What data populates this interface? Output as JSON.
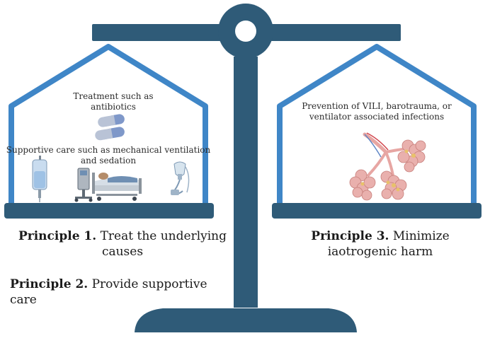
{
  "left_pan": {
    "treatment_line1": "Treatment such as",
    "treatment_line2": "antibiotics",
    "supportive_line1": "Supportive care such as mechanical ventilation",
    "supportive_line2": "and sedation"
  },
  "right_pan": {
    "prevention_line1": "Prevention of VILI, barotrauma, or",
    "prevention_line2": "ventilator associated infections"
  },
  "principles": {
    "p1_label": "Principle 1.",
    "p1_text": "Treat the underlying causes",
    "p2_label": "Principle 2.",
    "p2_text": "Provide supportive care",
    "p3_label": "Principle 3.",
    "p3_text": "Minimize iaotrogenic harm"
  },
  "icons": [
    "pill-capsule-icon",
    "iv-bag-icon",
    "ventilator-icon",
    "hospital-bed-icon",
    "oxygen-mask-icon",
    "lungs-alveoli-icon"
  ],
  "colors": {
    "scale": "#2f5b78",
    "house": "#3f86c7",
    "alveoli": "#e7a6a3"
  }
}
